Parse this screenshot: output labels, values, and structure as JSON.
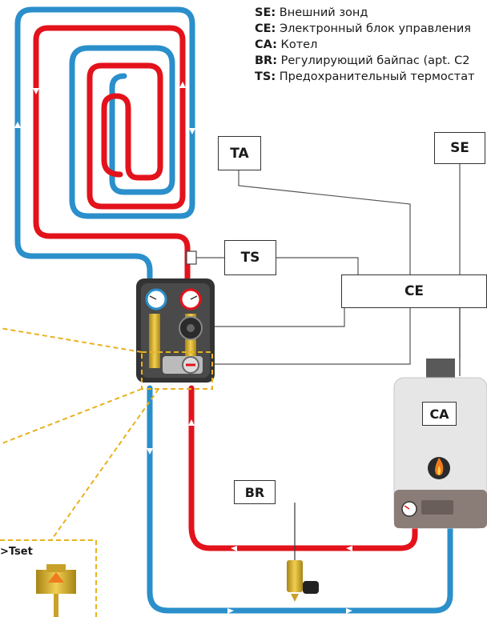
{
  "legend": [
    {
      "code": "SE:",
      "text": "Внешний зонд"
    },
    {
      "code": "CE:",
      "text": "Электронный блок управления"
    },
    {
      "code": "CA:",
      "text": "Котел"
    },
    {
      "code": "BR:",
      "text": "Регулирующий байпас (apt. C2"
    },
    {
      "code": "TS:",
      "text": "Предохранительный термостат"
    }
  ],
  "boxes": {
    "ta": "TA",
    "se": "SE",
    "ts": "TS",
    "ce": "CE",
    "ca": "CA",
    "br": "BR"
  },
  "detail_label": ">Tset",
  "colors": {
    "supply": "#e3121b",
    "return": "#2a8fcb",
    "highlight": "#e8b21e",
    "wire": "#555555",
    "boiler_body": "#e6e6e6",
    "boiler_panel": "#8a7d78",
    "flame": "#f07b1d"
  }
}
